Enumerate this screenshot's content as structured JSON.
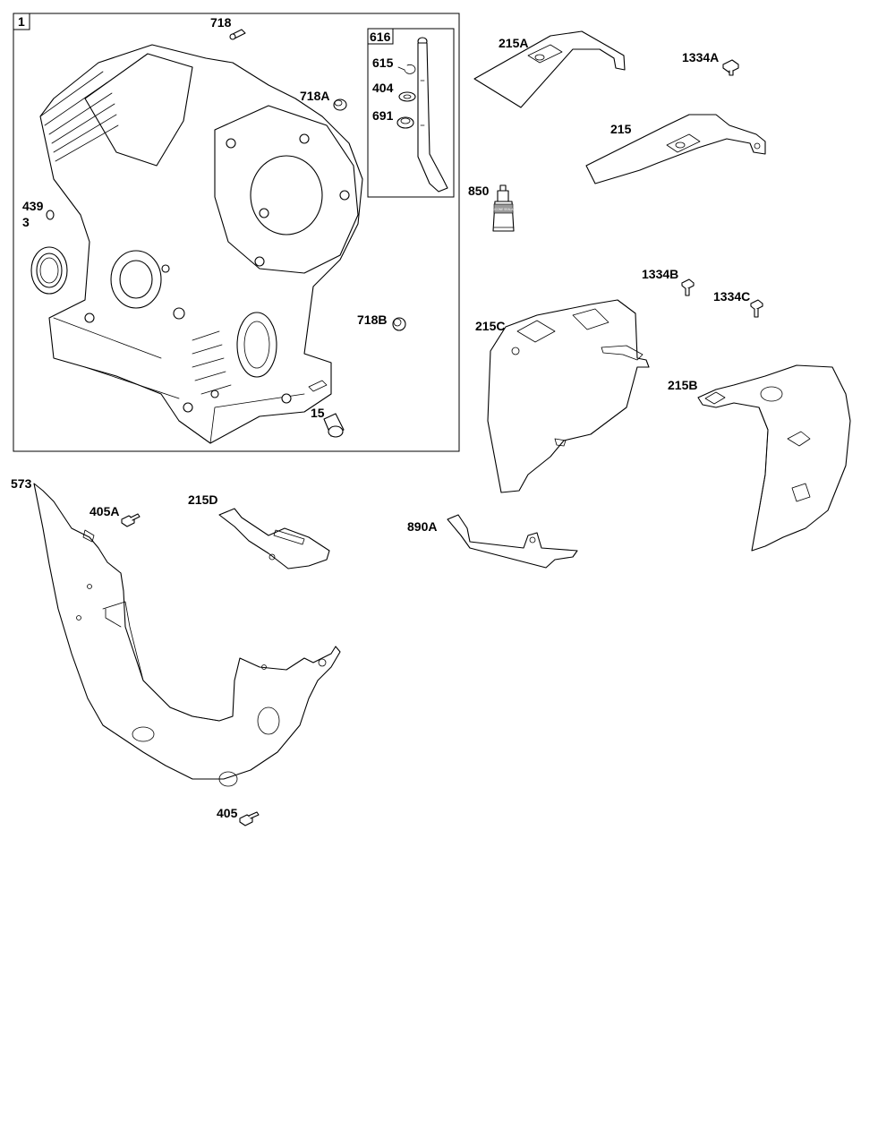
{
  "diagram": {
    "type": "exploded-parts-view",
    "group_labels": {
      "engine_block_group": "1",
      "dipstick_kit": "616"
    },
    "callouts": {
      "c718": "718",
      "c718a": "718A",
      "c718b": "718B",
      "c439": "439",
      "c3": "3",
      "c15": "15",
      "c615": "615",
      "c404": "404",
      "c691": "691",
      "c215a": "215A",
      "c215": "215",
      "c1334a": "1334A",
      "c850": "850",
      "c1334b": "1334B",
      "c1334c": "1334C",
      "c215c": "215C",
      "c215b": "215B",
      "c890a": "890A",
      "c573": "573",
      "c405a": "405A",
      "c215d": "215D",
      "c405": "405"
    },
    "sealant_tube_text": "SILICONE SEALANT"
  }
}
